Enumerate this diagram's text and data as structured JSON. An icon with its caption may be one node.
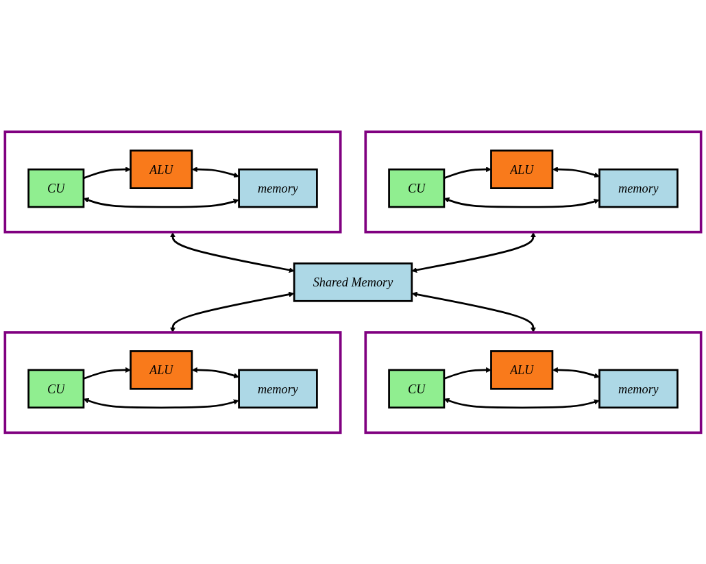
{
  "diagram": {
    "nodes": [
      {
        "text": [],
        "shape": "box"
      },
      {
        "text": [
          "CU"
        ],
        "in": 0
      },
      {
        "text": [
          "ALU"
        ],
        "in": 0
      },
      {
        "text": [
          "memory"
        ],
        "in": 0
      },
      {
        "text": [],
        "shape": "box"
      },
      {
        "text": [
          "CU"
        ],
        "in": 4
      },
      {
        "text": [
          "ALU"
        ],
        "in": 4
      },
      {
        "text": [
          "memory"
        ],
        "in": 4
      },
      {
        "text": [
          "Shared Memory"
        ]
      },
      {
        "text": [],
        "shape": "box"
      },
      {
        "text": [
          "CU"
        ],
        "in": 9
      },
      {
        "text": [
          "ALU"
        ],
        "in": 9
      },
      {
        "text": [
          "memory"
        ],
        "in": 9
      },
      {
        "text": [],
        "shape": "box"
      },
      {
        "text": [
          "CU"
        ],
        "in": 13
      },
      {
        "text": [
          "ALU"
        ],
        "in": 13
      },
      {
        "text": [
          "memory"
        ],
        "in": 13
      }
    ],
    "edges": [
      {
        "from": 1,
        "to": 2,
        "arrow": "to"
      },
      {
        "from": 3,
        "to": 1,
        "arrow": "both"
      },
      {
        "from": 2,
        "to": 3,
        "arrow": "both"
      },
      {
        "from": 5,
        "to": 6,
        "arrow": "to"
      },
      {
        "from": 7,
        "to": 5,
        "arrow": "both"
      },
      {
        "from": 6,
        "to": 7,
        "arrow": "both"
      },
      {
        "from": 0,
        "to": 8,
        "arrow": "both"
      },
      {
        "from": 4,
        "to": 8,
        "arrow": "both"
      },
      {
        "from": 8,
        "to": 9,
        "arrow": "both"
      },
      {
        "from": 8,
        "to": 13,
        "arrow": "both"
      },
      {
        "from": 10,
        "to": 11,
        "arrow": "to"
      },
      {
        "from": 12,
        "to": 10,
        "arrow": "both"
      },
      {
        "from": 11,
        "to": 12,
        "arrow": "both"
      },
      {
        "from": 14,
        "to": 15,
        "arrow": "to"
      },
      {
        "from": 16,
        "to": 14,
        "arrow": "both"
      },
      {
        "from": 15,
        "to": 16,
        "arrow": "both"
      }
    ]
  }
}
